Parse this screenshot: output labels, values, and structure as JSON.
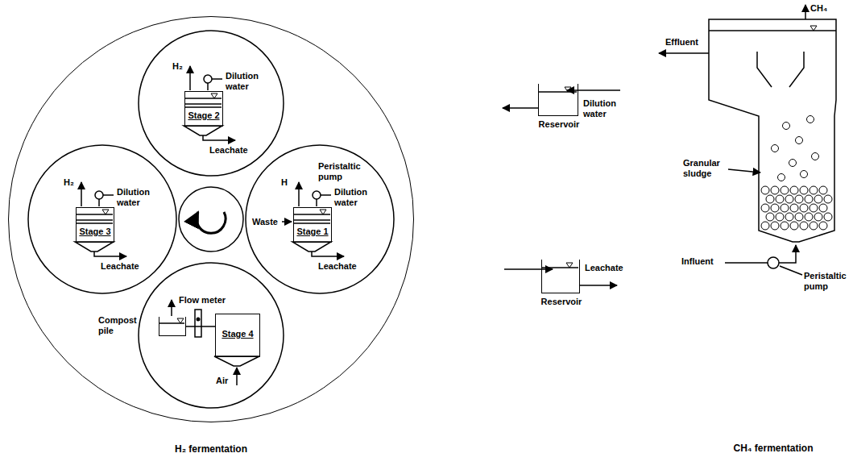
{
  "diagram": {
    "nodes": [
      {
        "text": [
          "H₂ fermentation"
        ]
      },
      {
        "text": [
          "Stage 2"
        ],
        "in": 0
      },
      {
        "text": [
          "Stage 3"
        ],
        "in": 0
      },
      {
        "text": [
          "Stage 1"
        ],
        "in": 0
      },
      {
        "text": [
          "Stage 4"
        ],
        "in": 0
      },
      {
        "text": [
          "Compost pile"
        ],
        "in": 0
      },
      {
        "text": [
          "Reservoir"
        ]
      },
      {
        "text": [
          "Reservoir"
        ]
      },
      {
        "text": [
          "CH₄ fermentation"
        ]
      }
    ],
    "edges": [
      {
        "from": 4,
        "to": 5,
        "arrow": "none"
      }
    ],
    "labels": [
      "H₂",
      "Dilution water",
      "Leachate",
      "H₂",
      "Dilution water",
      "Leachate",
      "H",
      "Peristaltic pump",
      "Dilution water",
      "Waste",
      "Leachate",
      "Flow meter",
      "Air",
      "Dilution water",
      "Leachate",
      "CH₄",
      "Effluent",
      "Granular sludge",
      "Influent",
      "Peristaltic pump"
    ]
  }
}
